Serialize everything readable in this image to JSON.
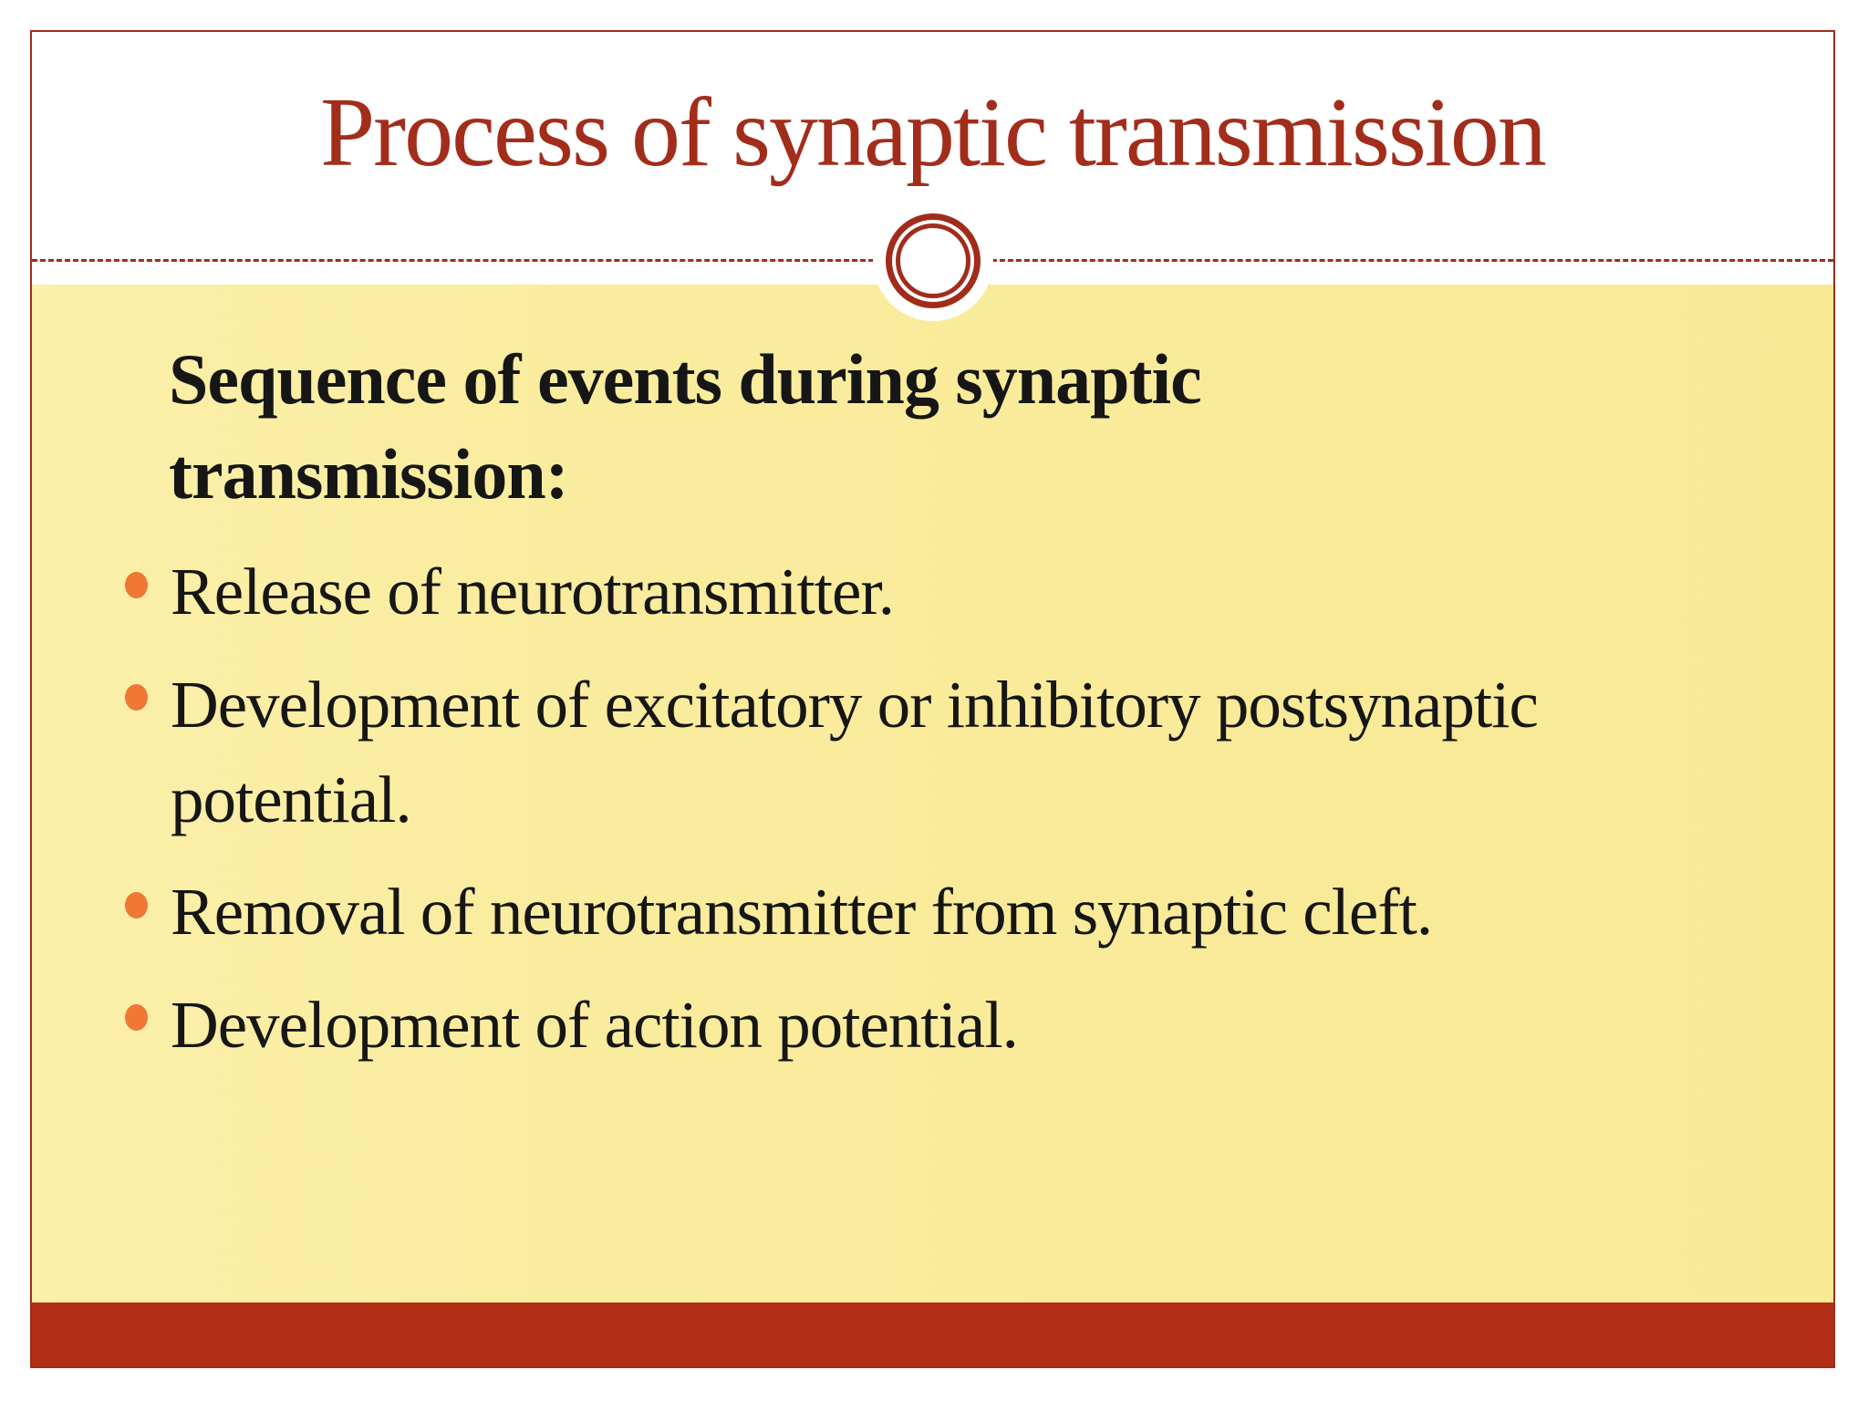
{
  "slide": {
    "title": "Process of synaptic transmission",
    "heading": "Sequence of events during synaptic transmission:",
    "bullets": [
      "Release of neurotransmitter.",
      "Development of excitatory or inhibitory postsynaptic potential.",
      "Removal of neurotransmitter from synaptic cleft.",
      "Development of action potential."
    ],
    "ornament_icon": "double-circle",
    "colors": {
      "accent_red": "#A12C1B",
      "footer_red": "#B22E17",
      "body_yellow": "#FAEC9D",
      "bullet_orange": "#EE7834",
      "text_black": "#161616",
      "background_white": "#FFFFFF"
    }
  }
}
